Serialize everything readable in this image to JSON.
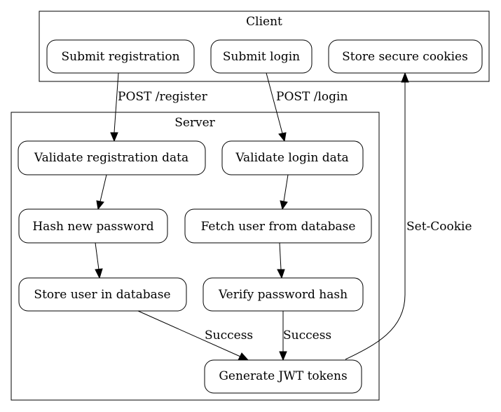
{
  "clusters": {
    "client": "Client",
    "server": "Server"
  },
  "nodes": {
    "submit_registration": "Submit registration",
    "submit_login": "Submit login",
    "store_cookies": "Store secure cookies",
    "validate_registration": "Validate registration data",
    "validate_login": "Validate login data",
    "hash_password": "Hash new password",
    "fetch_user": "Fetch user from database",
    "store_user": "Store user in database",
    "verify_hash": "Verify password hash",
    "generate_jwt": "Generate JWT tokens"
  },
  "edges": {
    "post_register": "POST /register",
    "post_login": "POST /login",
    "set_cookie": "Set-Cookie",
    "success_store": "Success",
    "success_verify": "Success"
  }
}
